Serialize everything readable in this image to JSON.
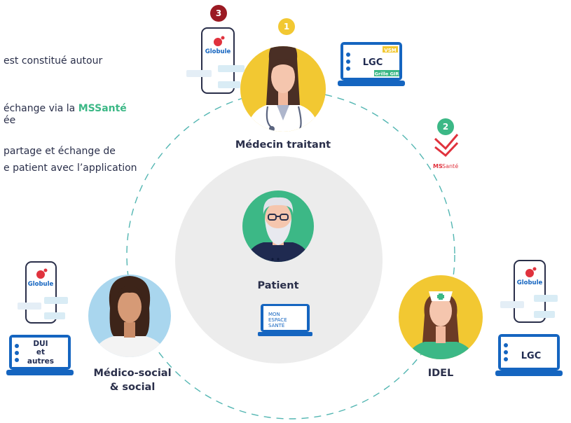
{
  "intro": {
    "line1": "est constitué autour",
    "line2_pre": "échange via la ",
    "line2_hl": "MSSanté",
    "line3": "ée",
    "line4": "partage et échange de",
    "line5": "e patient avec l’application"
  },
  "nodes": {
    "medecin": {
      "label": "Médecin traitant",
      "badge": "1"
    },
    "patient": {
      "label": "Patient"
    },
    "medico": {
      "label1": "Médico-social",
      "label2": "& social"
    },
    "idel": {
      "label": "IDEL"
    }
  },
  "badges": {
    "mssante": "2",
    "globule": "3"
  },
  "apps": {
    "globule": "Globule",
    "lgc": "LGC",
    "vsm": "VSM",
    "grille_gir": "Grille GIR",
    "dui1": "DUI",
    "dui2": "et",
    "dui3": "autres",
    "mss_ms": "MS",
    "mss_sante": "Santé",
    "mon": "MON",
    "espace": "ESPACE",
    "sante": "SANTÉ"
  },
  "colors": {
    "navy": "#2a2f4a",
    "green": "#3cb886",
    "blue": "#1565c0",
    "yellow": "#f2c832",
    "lightblue": "#a9d6ee",
    "grey": "#ececec",
    "dark_red": "#9b1a23",
    "red": "#e0323d",
    "dash": "#53b6b2"
  }
}
